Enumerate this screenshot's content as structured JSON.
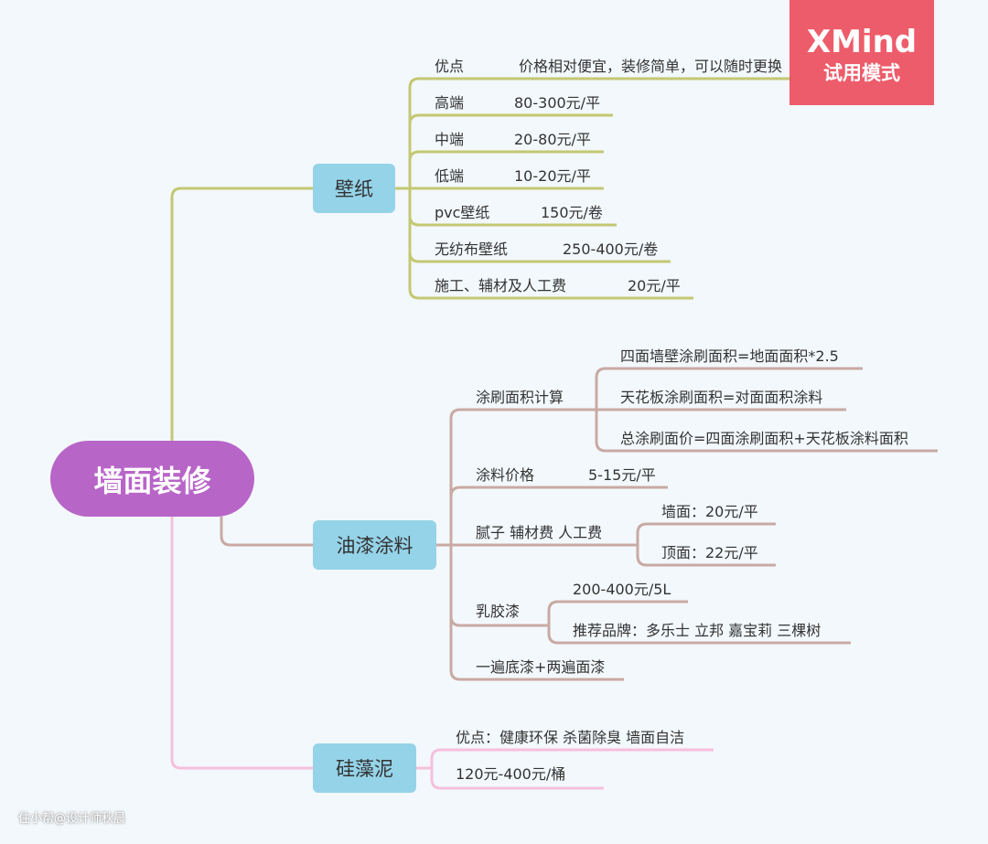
{
  "root": "墙面装修",
  "branches": {
    "wallpaper": {
      "label": "壁纸",
      "items": [
        {
          "name": "优点",
          "value": "价格相对便宜，装修简单，可以随时更换"
        },
        {
          "name": "高端",
          "value": "80-300元/平"
        },
        {
          "name": "中端",
          "value": "20-80元/平"
        },
        {
          "name": "低端",
          "value": "10-20元/平"
        },
        {
          "name": "pvc壁纸",
          "value": "150元/卷"
        },
        {
          "name": "无纺布壁纸",
          "value": "250-400元/卷"
        },
        {
          "name": "施工、辅材及人工费",
          "value": "20元/平"
        }
      ]
    },
    "paint": {
      "label": "油漆涂料",
      "items": [
        {
          "name": "涂刷面积计算",
          "subs": [
            "四面墙壁涂刷面积=地面面积*2.5",
            "天花板涂刷面积=对面面积涂料",
            "总涂刷面价=四面涂刷面积+天花板涂料面积"
          ]
        },
        {
          "name": "涂料价格",
          "value": "5-15元/平"
        },
        {
          "name": "腻子 辅材费 人工费",
          "subs": [
            "墙面：20元/平",
            "顶面：22元/平"
          ]
        },
        {
          "name": "乳胶漆",
          "subs": [
            "200-400元/5L",
            "推荐品牌：多乐士 立邦 嘉宝莉 三棵树"
          ]
        },
        {
          "name": "一遍底漆+两遍面漆"
        }
      ]
    },
    "diatom": {
      "label": "硅藻泥",
      "items": [
        "优点：健康环保 杀菌除臭 墙面自洁",
        "120元-400元/桶"
      ]
    }
  },
  "badge": {
    "title": "XMind",
    "subtitle": "试用模式"
  },
  "watermark": "住小帮@设计师秋晨",
  "colors": {
    "root": "#b865c8",
    "branch": "#95d3e8",
    "wallpaper_line": "#c3c873",
    "paint_line": "#c8aaa3",
    "diatom_line": "#f5c0dc",
    "badge": "#ee5a68"
  }
}
